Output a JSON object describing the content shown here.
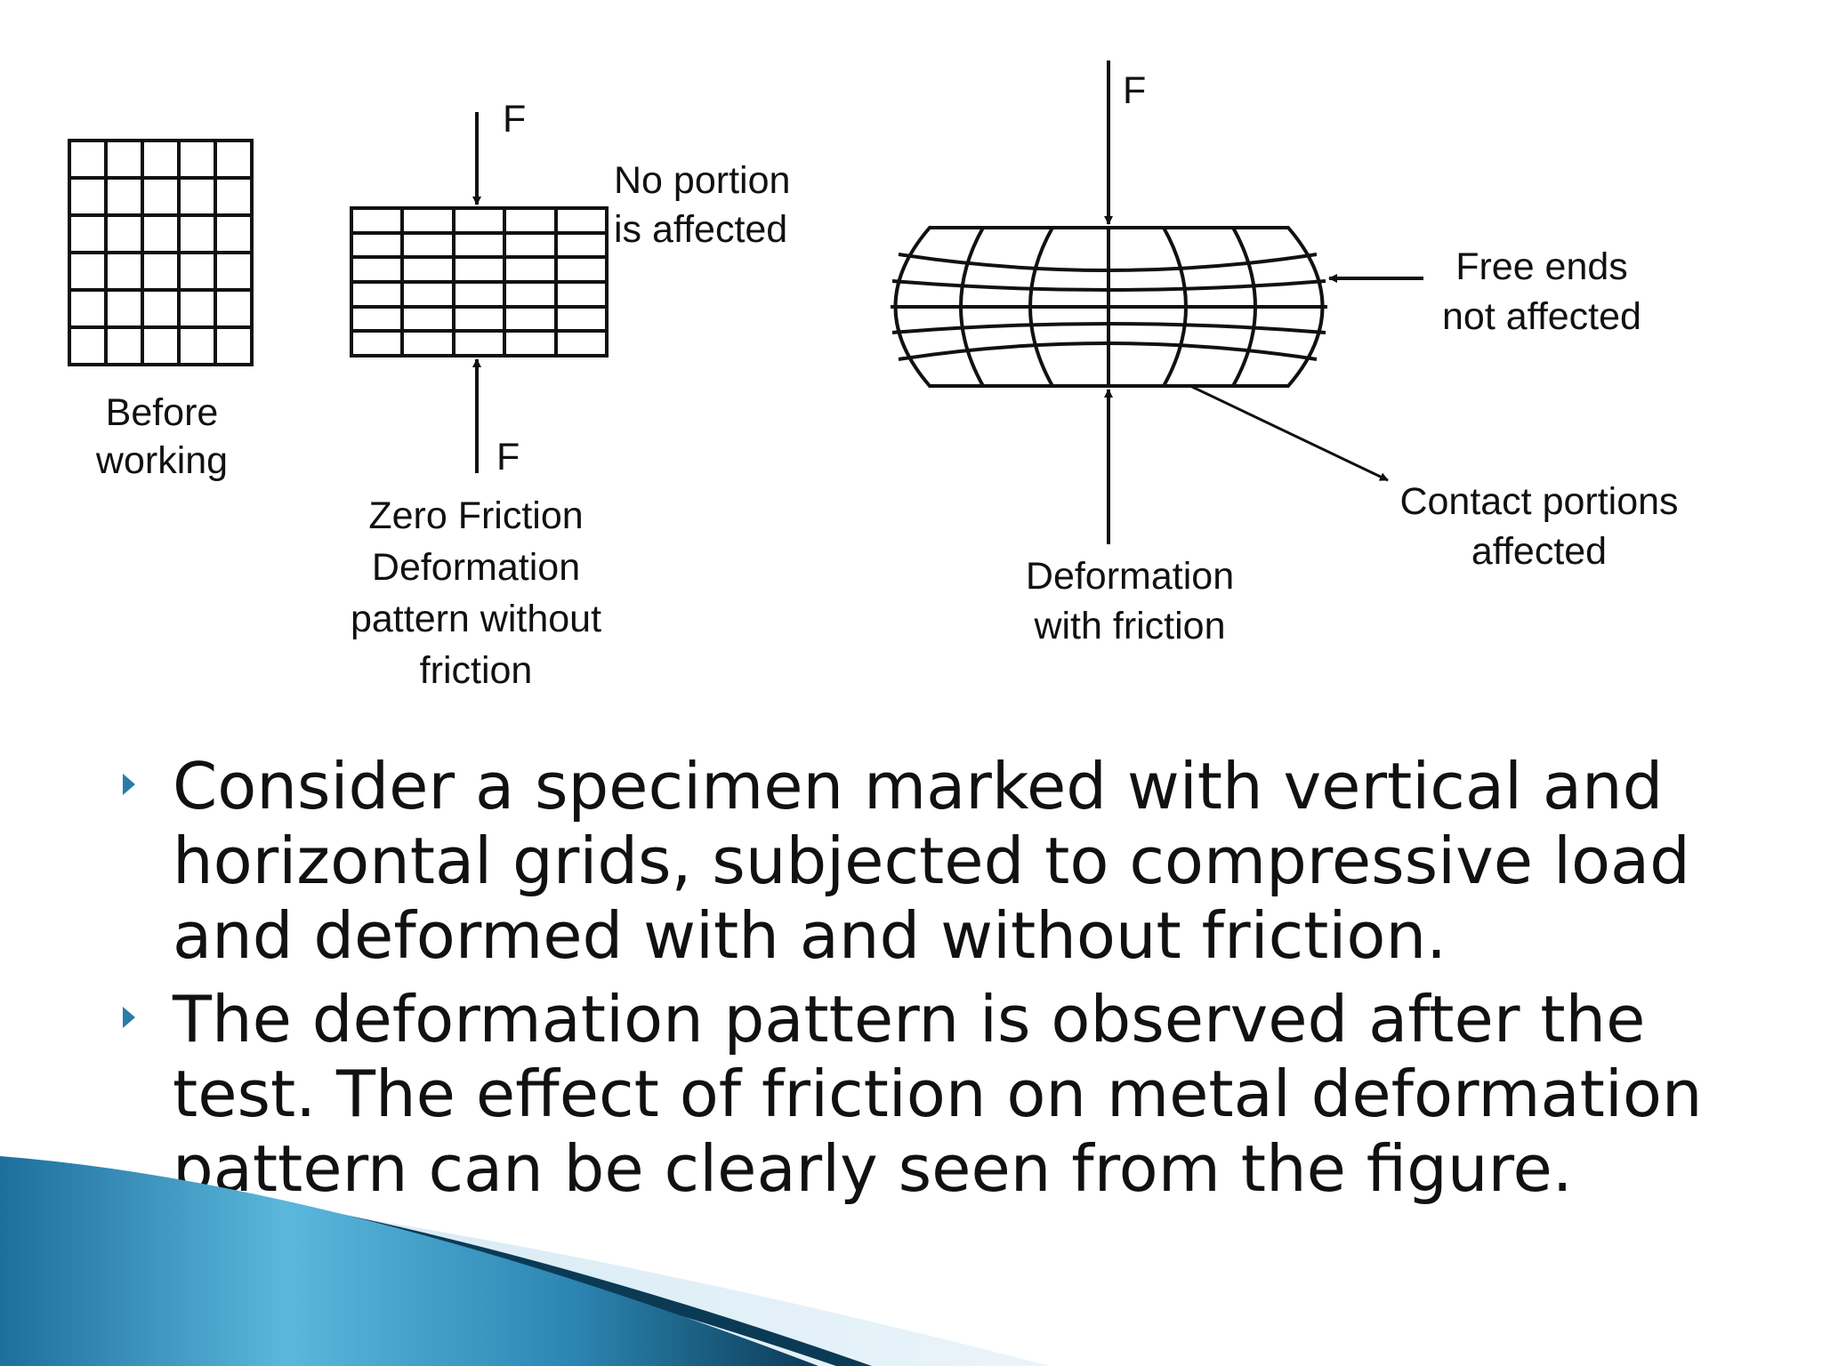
{
  "figure": {
    "force_label": "F",
    "before_working": [
      "Before",
      "working"
    ],
    "zero_friction": {
      "callout": [
        "No portion",
        "is affected"
      ],
      "caption": [
        "Zero Friction",
        "Deformation",
        "pattern without",
        "friction"
      ]
    },
    "with_friction": {
      "free_ends": [
        "Free ends",
        "not affected"
      ],
      "contact": [
        "Contact portions",
        "affected"
      ],
      "caption": [
        "Deformation",
        "with friction"
      ]
    }
  },
  "bullets": [
    "Consider a specimen marked with vertical and horizontal grids, subjected to compressive load and deformed with and without friction.",
    "The deformation pattern is observed after the test. The effect of friction on metal deformation pattern can be clearly seen from the figure."
  ],
  "colors": {
    "bullet": "#2a7ca8",
    "swoosh_dark": "#0b3a55",
    "swoosh_light": "#5bb7dc"
  }
}
